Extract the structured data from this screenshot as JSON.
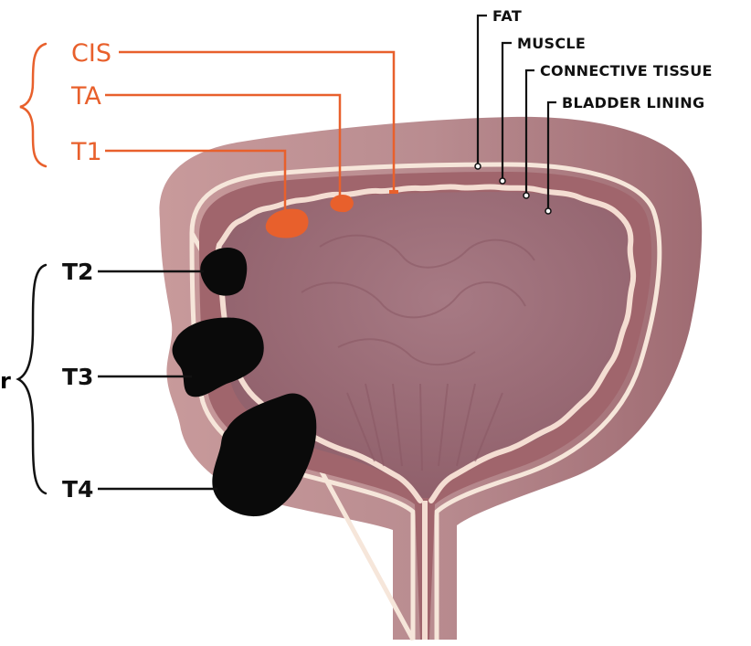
{
  "early_stages": [
    "CIS",
    "TA",
    "T1"
  ],
  "invasive_stages": [
    "T2",
    "T3",
    "T4"
  ],
  "layers": [
    "FAT",
    "MUSCLE",
    "CONNECTIVE TISSUE",
    "BLADDER LINING"
  ],
  "side_letter": "r",
  "colors": {
    "orange": "#e8602c",
    "tumor": "#0a0a0a",
    "outer_wall": "#b47f84",
    "muscle": "#9c5f66",
    "interior": "#9e6f79",
    "lining": "#f4ddd2",
    "fat_line": "#f6e6da"
  },
  "icons": [
    "left-curly-brace-orange",
    "left-curly-brace-black"
  ]
}
